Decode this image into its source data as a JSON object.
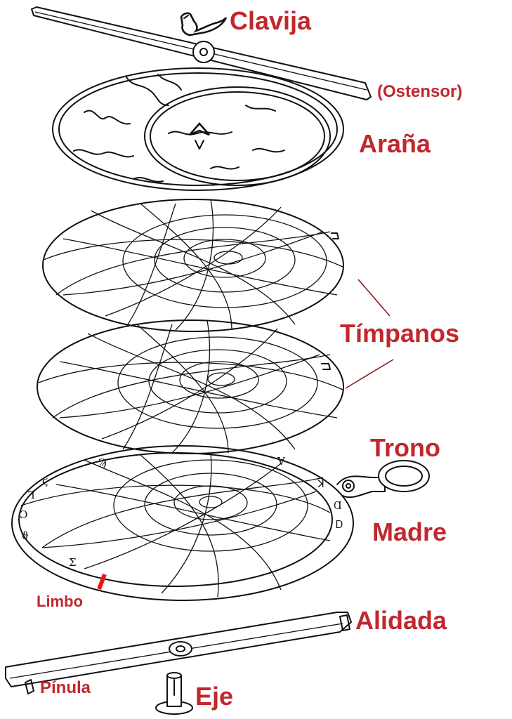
{
  "labels": {
    "clavija": "Clavija",
    "ostensor": "(Ostensor)",
    "arana": "Araña",
    "timpanos": "Tímpanos",
    "trono": "Trono",
    "madre": "Madre",
    "limbo": "Limbo",
    "alidada": "Alidada",
    "pinula": "Pínula",
    "eje": "Eje"
  },
  "colors": {
    "label": "#c1272d",
    "ink": "#111111",
    "background": "#ffffff",
    "limbo_marker": "#e8161b"
  },
  "parts": [
    {
      "id": "clavija",
      "icon": "horse-wedge-icon"
    },
    {
      "id": "ostensor",
      "icon": "rule-icon"
    },
    {
      "id": "arana",
      "icon": "rete-icon"
    },
    {
      "id": "timpanos",
      "icon": "plate-icon"
    },
    {
      "id": "trono",
      "icon": "throne-ring-icon"
    },
    {
      "id": "madre",
      "icon": "mater-icon"
    },
    {
      "id": "limbo",
      "icon": "limb-marker-icon"
    },
    {
      "id": "alidada",
      "icon": "alidade-icon"
    },
    {
      "id": "pinula",
      "icon": "sight-vane-icon"
    },
    {
      "id": "eje",
      "icon": "pin-icon"
    }
  ]
}
